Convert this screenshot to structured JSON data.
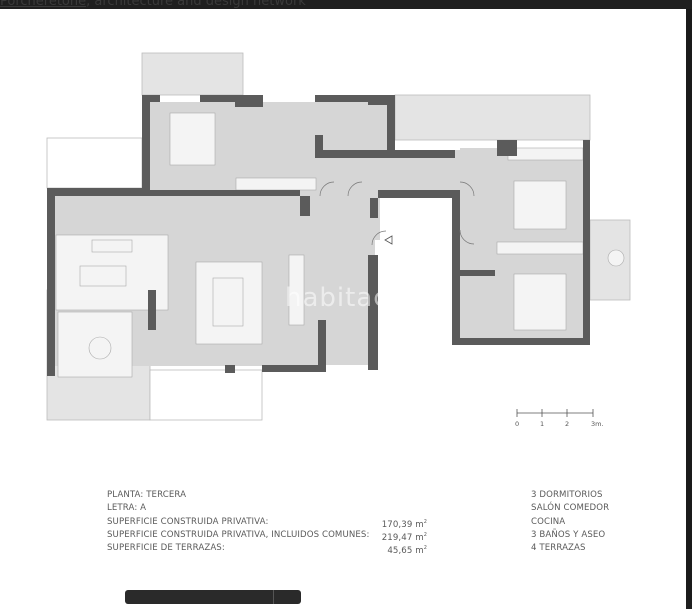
{
  "header": {
    "link_text": "Porcheretone",
    "text": ", architecture and design network"
  },
  "watermark": "habitaclia",
  "scale_bar": {
    "labels": [
      "0",
      "1",
      "2",
      "3m."
    ]
  },
  "specs": [
    {
      "label": "PLANTA: TERCERA",
      "value": ""
    },
    {
      "label": "LETRA: A",
      "value": ""
    },
    {
      "label": "SUPERFICIE CONSTRUIDA PRIVATIVA:",
      "value": "170,39 m",
      "unit_sup": "2"
    },
    {
      "label": "SUPERFICIE CONSTRUIDA PRIVATIVA, INCLUIDOS COMUNES:",
      "value": "219,47 m",
      "unit_sup": "2"
    },
    {
      "label": "SUPERFICIE DE TERRAZAS:",
      "value": "45,65 m",
      "unit_sup": "2"
    }
  ],
  "features": [
    "3 DORMITORIOS",
    "SALÓN COMEDOR",
    "COCINA",
    "3 BAÑOS Y ASEO",
    "4 TERRAZAS"
  ],
  "colors": {
    "wall": "#5b5b5b",
    "floor": "#d6d6d6",
    "terrace": "#e4e4e4",
    "text": "#5a5a5a"
  }
}
